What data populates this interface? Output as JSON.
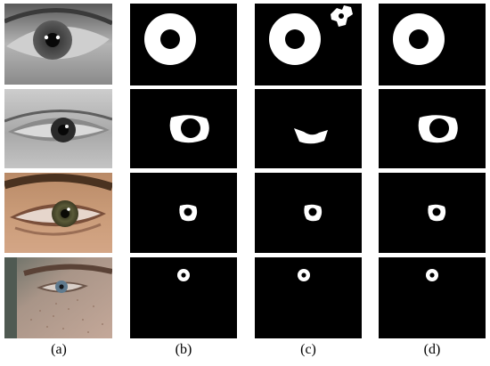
{
  "figure": {
    "panel_labels": [
      "(a)",
      "(b)",
      "(c)",
      "(d)"
    ],
    "rows": [
      {
        "image": "grayscale-eye-photo",
        "b": "ring-mask",
        "c": "ring-mask-with-spurious-blob",
        "d": "ring-mask"
      },
      {
        "image": "grayscale-half-closed-eye-photo",
        "b": "eyelid-occluded-ring-mask",
        "c": "crescent-mask",
        "d": "eyelid-occluded-ring-mask"
      },
      {
        "image": "color-brown-eye-photo",
        "b": "small-ring-mask",
        "c": "small-ring-mask",
        "d": "small-ring-mask"
      },
      {
        "image": "color-blue-eye-face-photo",
        "b": "tiny-ring-mask",
        "c": "tiny-ring-mask",
        "d": "tiny-ring-mask"
      }
    ]
  }
}
